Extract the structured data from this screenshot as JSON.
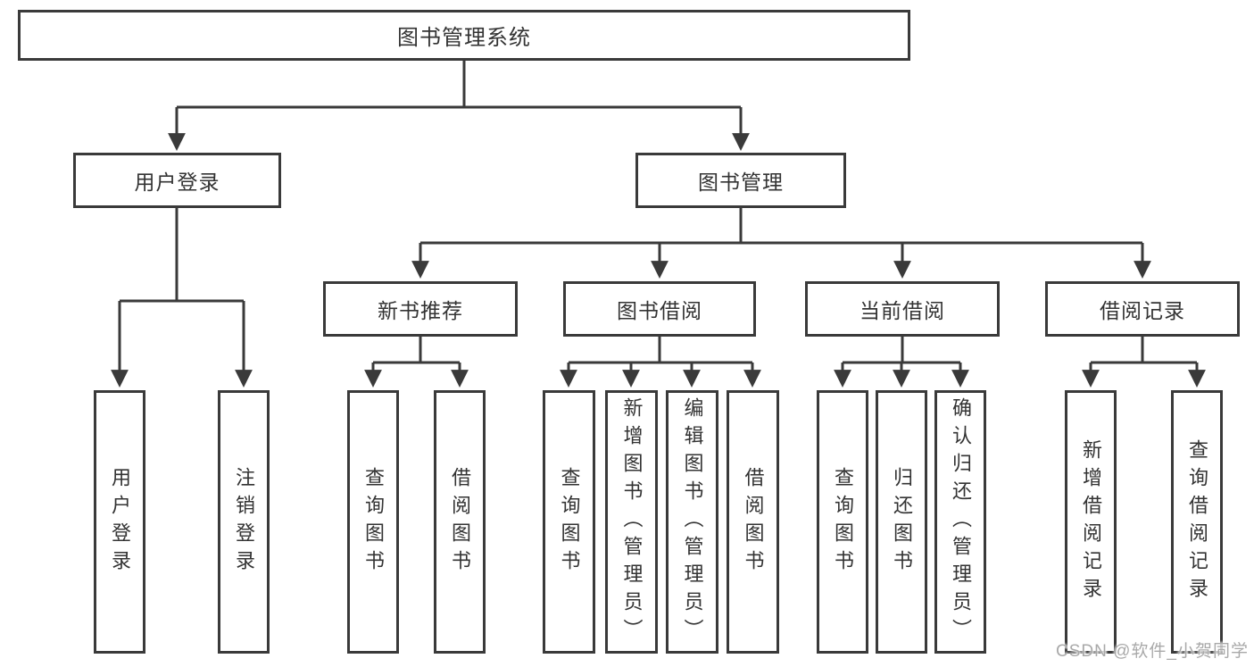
{
  "diagram": {
    "type": "hierarchy",
    "root": {
      "label": "图书管理系统"
    },
    "branches": [
      {
        "label": "用户登录",
        "children": [
          {
            "label": "用户登录"
          },
          {
            "label": "注销登录"
          }
        ]
      },
      {
        "label": "图书管理",
        "children": [
          {
            "label": "新书推荐",
            "children": [
              {
                "label": "查询图书"
              },
              {
                "label": "借阅图书"
              }
            ]
          },
          {
            "label": "图书借阅",
            "children": [
              {
                "label": "查询图书"
              },
              {
                "label": "新增图书（管理员）"
              },
              {
                "label": "编辑图书（管理员）"
              },
              {
                "label": "借阅图书"
              }
            ]
          },
          {
            "label": "当前借阅",
            "children": [
              {
                "label": "查询图书"
              },
              {
                "label": "归还图书"
              },
              {
                "label": "确认归还（管理员）"
              }
            ]
          },
          {
            "label": "借阅记录",
            "children": [
              {
                "label": "新增借阅记录"
              },
              {
                "label": "查询借阅记录"
              }
            ]
          }
        ]
      }
    ],
    "watermark": {
      "text": "CSDN @软件_小贺同学"
    },
    "colors": {
      "line": "#3a3a3a",
      "box_border": "#3a3a3a",
      "text": "#333333",
      "background": "#ffffff",
      "watermark": "#a9a9a9"
    }
  }
}
